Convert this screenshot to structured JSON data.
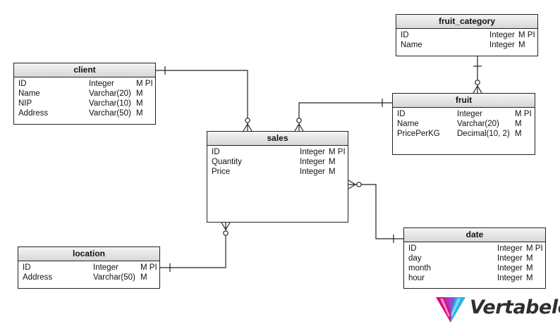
{
  "entities": {
    "fruit_category": {
      "title": "fruit_category",
      "columns": [
        {
          "name": "ID",
          "type": "Integer",
          "flags": "M PI"
        },
        {
          "name": "Name",
          "type": "Integer",
          "flags": "M"
        }
      ]
    },
    "client": {
      "title": "client",
      "columns": [
        {
          "name": "ID",
          "type": "Integer",
          "flags": "M PI"
        },
        {
          "name": "Name",
          "type": "Varchar(20)",
          "flags": "M"
        },
        {
          "name": "NIP",
          "type": "Varchar(10)",
          "flags": "M"
        },
        {
          "name": "Address",
          "type": "Varchar(50)",
          "flags": "M"
        }
      ]
    },
    "fruit": {
      "title": "fruit",
      "columns": [
        {
          "name": "ID",
          "type": "Integer",
          "flags": "M PI"
        },
        {
          "name": "Name",
          "type": "Varchar(20)",
          "flags": "M"
        },
        {
          "name": "PricePerKG",
          "type": "Decimal(10, 2)",
          "flags": "M"
        }
      ]
    },
    "sales": {
      "title": "sales",
      "columns": [
        {
          "name": "ID",
          "type": "Integer",
          "flags": "M PI"
        },
        {
          "name": "Quantity",
          "type": "Integer",
          "flags": "M"
        },
        {
          "name": "Price",
          "type": "Integer",
          "flags": "M"
        }
      ]
    },
    "location": {
      "title": "location",
      "columns": [
        {
          "name": "ID",
          "type": "Integer",
          "flags": "M PI"
        },
        {
          "name": "Address",
          "type": "Varchar(50)",
          "flags": "M"
        }
      ]
    },
    "date": {
      "title": "date",
      "columns": [
        {
          "name": "ID",
          "type": "Integer",
          "flags": "M PI"
        },
        {
          "name": "day",
          "type": "Integer",
          "flags": "M"
        },
        {
          "name": "month",
          "type": "Integer",
          "flags": "M"
        },
        {
          "name": "hour",
          "type": "Integer",
          "flags": "M"
        }
      ]
    }
  },
  "relationships": [
    {
      "one": "client",
      "many": "sales"
    },
    {
      "one": "fruit",
      "many": "sales"
    },
    {
      "one": "fruit_category",
      "many": "fruit"
    },
    {
      "one": "location",
      "many": "sales"
    },
    {
      "one": "date",
      "many": "sales"
    }
  ],
  "watermark": {
    "text": "Vertabelo",
    "colors": [
      "#e4007c",
      "#8a4fd8",
      "#28b4e6",
      "#b01ea0"
    ]
  },
  "colors": {
    "line": "#222222",
    "header_top": "#f4f4f4",
    "header_bottom": "#d7d7d7"
  }
}
